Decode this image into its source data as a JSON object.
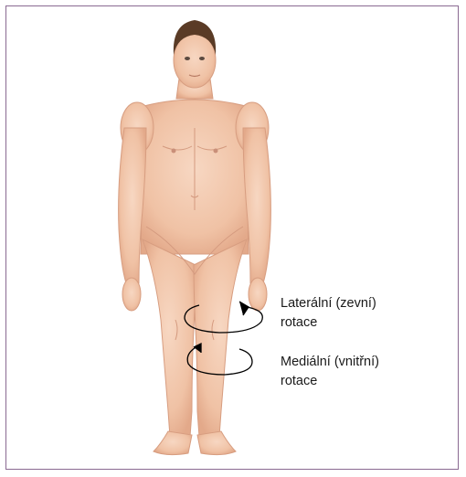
{
  "labels": {
    "lateral": {
      "line1": "Laterální (zevní)",
      "line2": "rotace"
    },
    "medial": {
      "line1": "Mediální (vnitřní)",
      "line2": "rotace"
    }
  },
  "colors": {
    "frame": "#8a6a92",
    "skin": "#f2c7ac",
    "skin_shadow": "#e0a98b",
    "hair": "#5a3b26",
    "arrow": "#000000"
  },
  "icons": {
    "lateral": "curved-rotation-arrow-icon",
    "medial": "curved-rotation-arrow-icon"
  }
}
